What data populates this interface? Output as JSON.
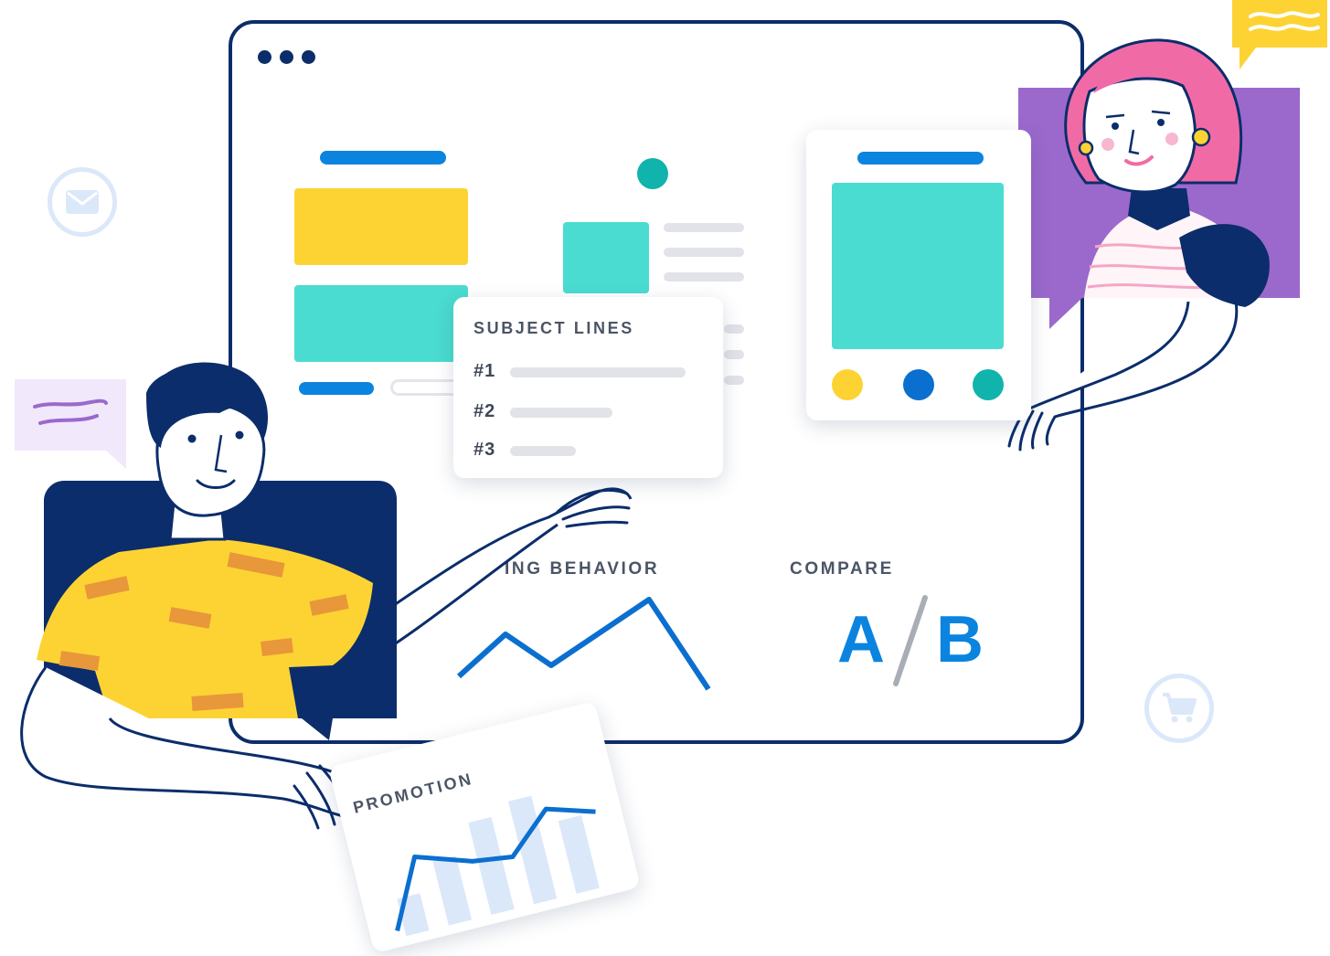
{
  "window": {
    "dots": 3
  },
  "subject_lines": {
    "title": "SUBJECT LINES",
    "items": [
      "#1",
      "#2",
      "#3"
    ]
  },
  "sections": {
    "behavior_label": "ING BEHAVIOR",
    "compare_label": "COMPARE",
    "ab_left": "A",
    "ab_right": "B"
  },
  "promotion": {
    "label": "PROMOTION"
  },
  "icons": {
    "email": "envelope-icon",
    "cart": "shopping-cart-icon"
  },
  "colors": {
    "navy": "#0b2d6b",
    "blue": "#0b84e0",
    "teal": "#4adcd0",
    "yellow": "#fdd334",
    "purple": "#9b69cc",
    "pink": "#f06ba6",
    "lavender_bubble": "#f1e8fb",
    "light_gray": "#e1e3e8"
  },
  "variant_dots": [
    "#fdd334",
    "#0b6fd0",
    "#11b3ad"
  ]
}
